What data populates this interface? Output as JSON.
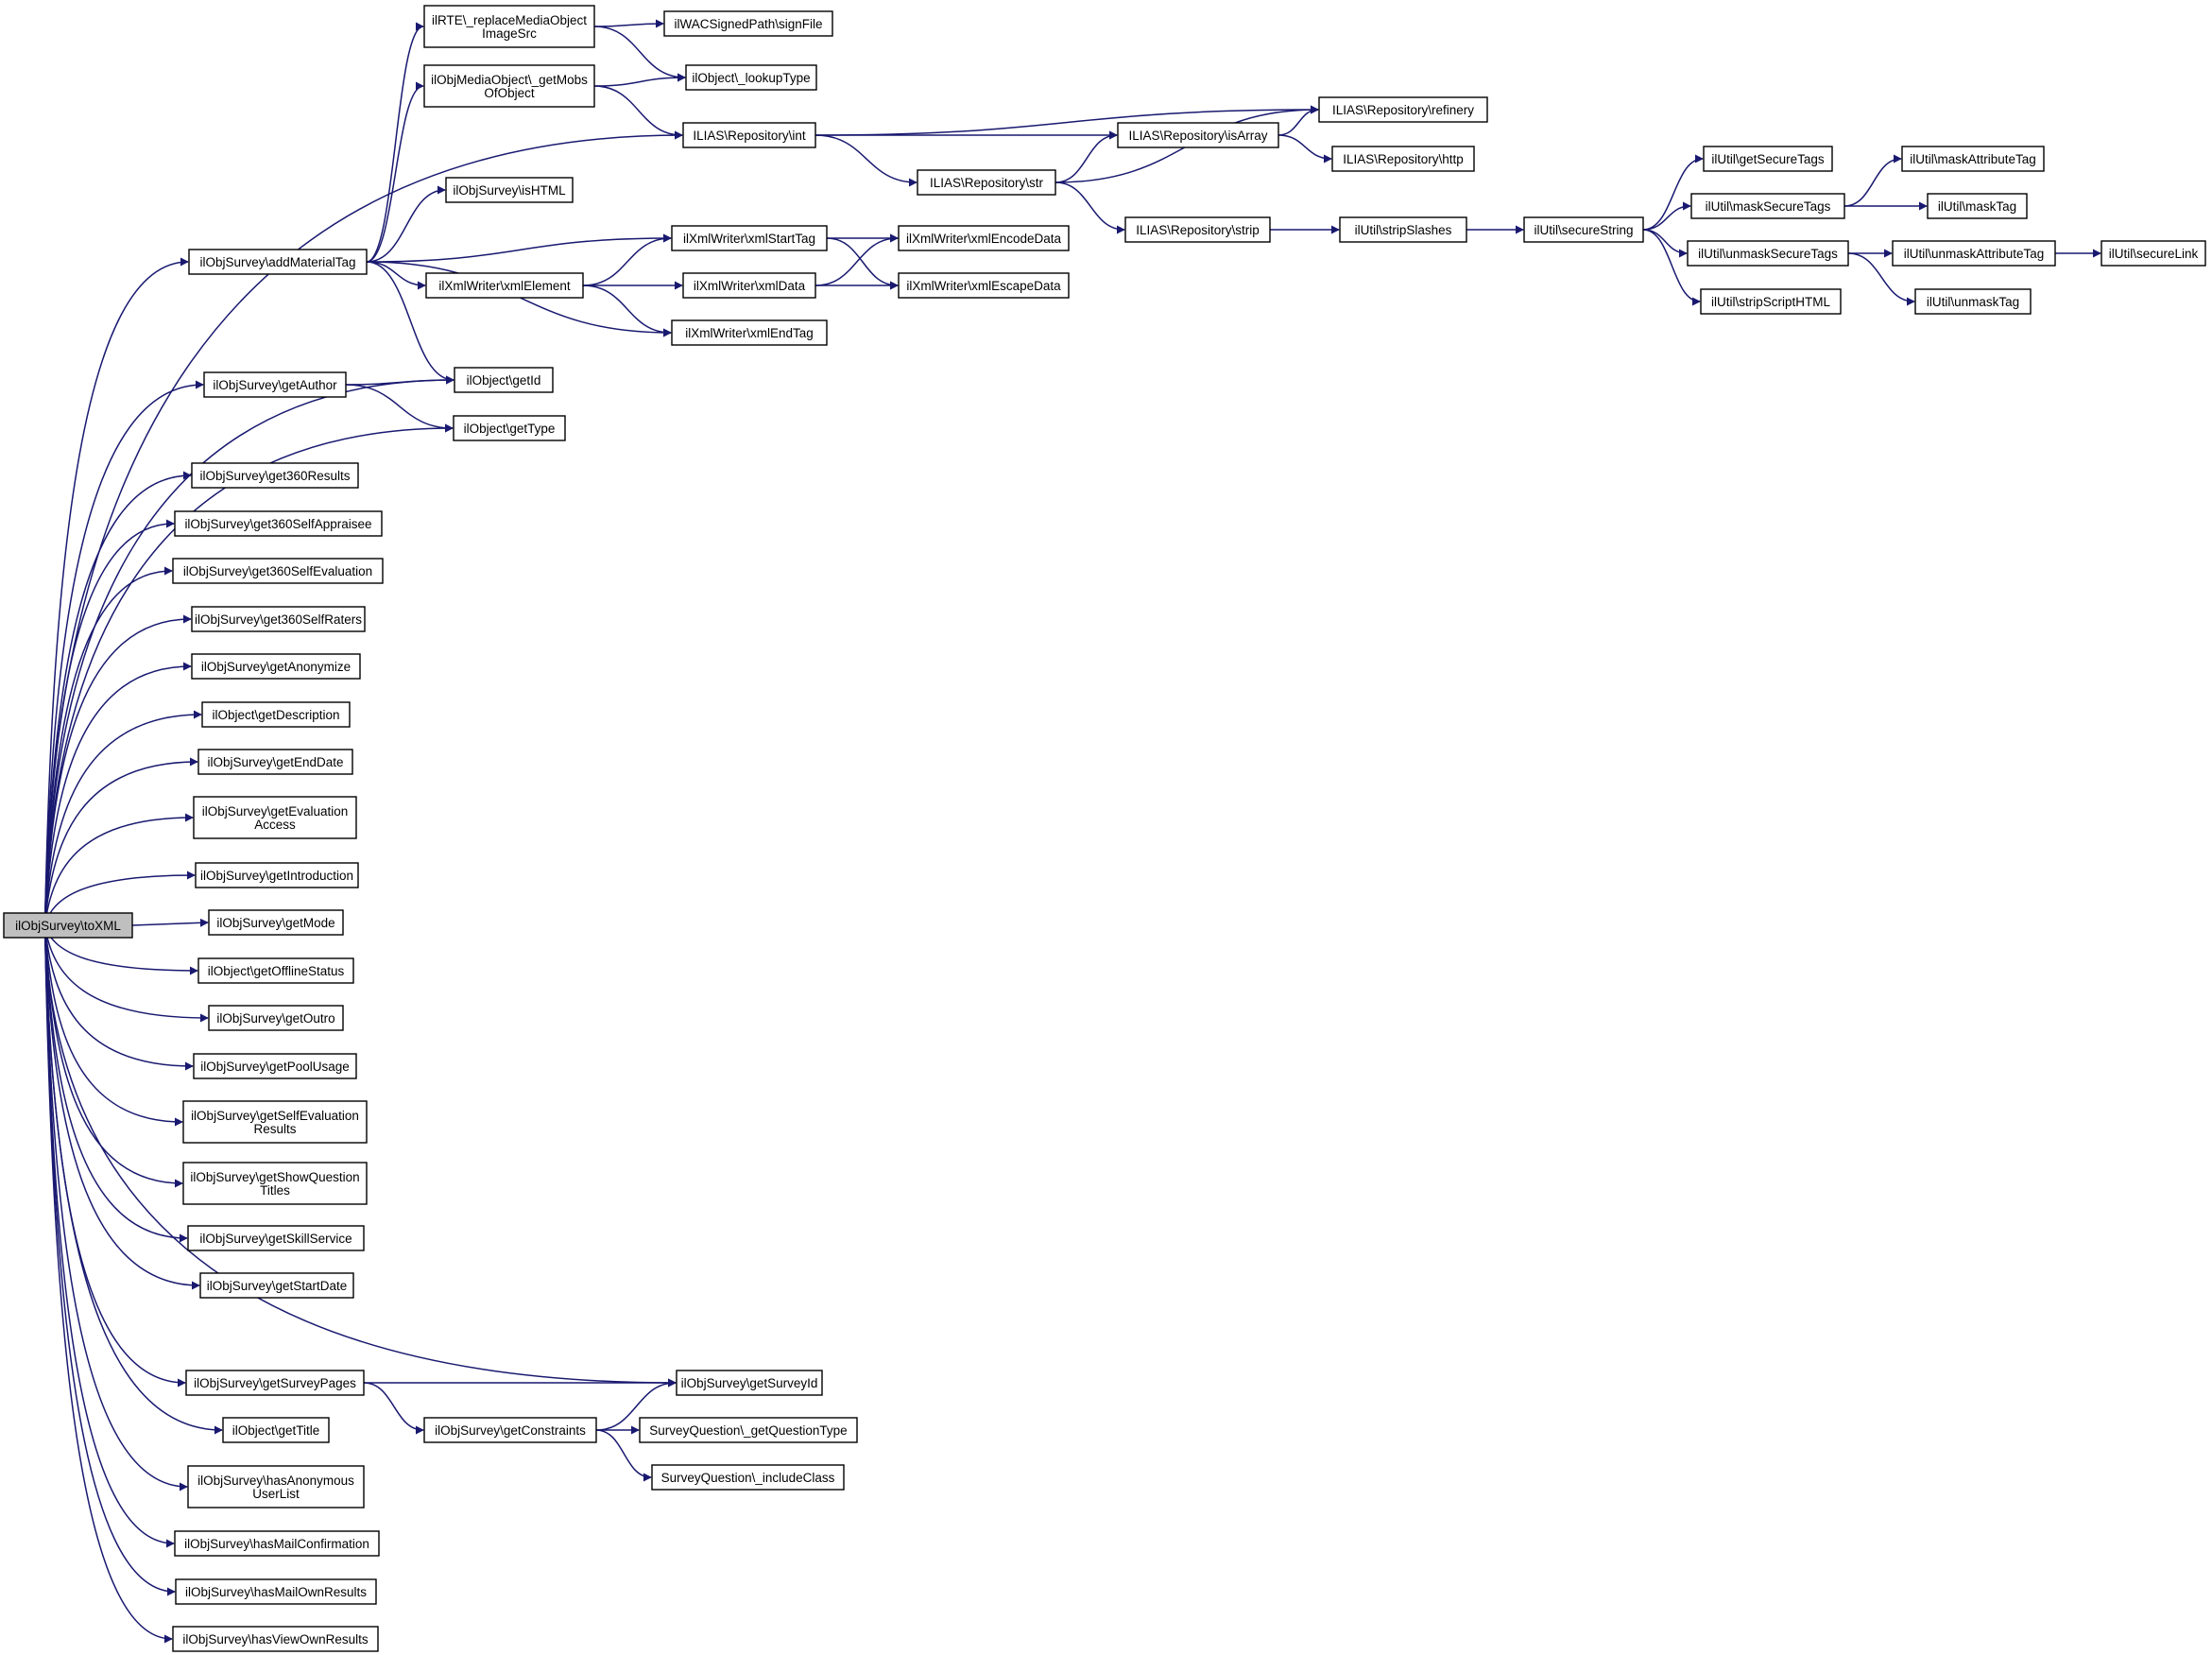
{
  "colors": {
    "edge": "#191970",
    "node_fill": "#ffffff",
    "root_fill": "#bfbfbf",
    "node_stroke": "#000000"
  },
  "nodes": [
    {
      "id": "toXML",
      "lines": [
        "ilObjSurvey\\toXML"
      ],
      "root": true
    },
    {
      "id": "replaceMedia",
      "lines": [
        "ilRTE\\_replaceMediaObject",
        "ImageSrc"
      ]
    },
    {
      "id": "signFile",
      "lines": [
        "ilWACSignedPath\\signFile"
      ]
    },
    {
      "id": "lookupType",
      "lines": [
        "ilObject\\_lookupType"
      ]
    },
    {
      "id": "getMobs",
      "lines": [
        "ilObjMediaObject\\_getMobs",
        "OfObject"
      ]
    },
    {
      "id": "repoInt",
      "lines": [
        "ILIAS\\Repository\\int"
      ]
    },
    {
      "id": "refinery",
      "lines": [
        "ILIAS\\Repository\\refinery"
      ]
    },
    {
      "id": "isArray",
      "lines": [
        "ILIAS\\Repository\\isArray"
      ]
    },
    {
      "id": "http",
      "lines": [
        "ILIAS\\Repository\\http"
      ]
    },
    {
      "id": "repoStr",
      "lines": [
        "ILIAS\\Repository\\str"
      ]
    },
    {
      "id": "repoStrip",
      "lines": [
        "ILIAS\\Repository\\strip"
      ]
    },
    {
      "id": "stripSlashes",
      "lines": [
        "ilUtil\\stripSlashes"
      ]
    },
    {
      "id": "secureString",
      "lines": [
        "ilUtil\\secureString"
      ]
    },
    {
      "id": "getSecureTags",
      "lines": [
        "ilUtil\\getSecureTags"
      ]
    },
    {
      "id": "maskSecureTags",
      "lines": [
        "ilUtil\\maskSecureTags"
      ]
    },
    {
      "id": "maskAttributeTag",
      "lines": [
        "ilUtil\\maskAttributeTag"
      ]
    },
    {
      "id": "maskTag",
      "lines": [
        "ilUtil\\maskTag"
      ]
    },
    {
      "id": "unmaskSecureTags",
      "lines": [
        "ilUtil\\unmaskSecureTags"
      ]
    },
    {
      "id": "unmaskAttributeTag",
      "lines": [
        "ilUtil\\unmaskAttributeTag"
      ]
    },
    {
      "id": "secureLink",
      "lines": [
        "ilUtil\\secureLink"
      ]
    },
    {
      "id": "unmaskTag",
      "lines": [
        "ilUtil\\unmaskTag"
      ]
    },
    {
      "id": "stripScriptHTML",
      "lines": [
        "ilUtil\\stripScriptHTML"
      ]
    },
    {
      "id": "isHTML",
      "lines": [
        "ilObjSurvey\\isHTML"
      ]
    },
    {
      "id": "addMaterialTag",
      "lines": [
        "ilObjSurvey\\addMaterialTag"
      ]
    },
    {
      "id": "xmlStartTag",
      "lines": [
        "ilXmlWriter\\xmlStartTag"
      ]
    },
    {
      "id": "xmlEncodeData",
      "lines": [
        "ilXmlWriter\\xmlEncodeData"
      ]
    },
    {
      "id": "xmlElement",
      "lines": [
        "ilXmlWriter\\xmlElement"
      ]
    },
    {
      "id": "xmlData",
      "lines": [
        "ilXmlWriter\\xmlData"
      ]
    },
    {
      "id": "xmlEscapeData",
      "lines": [
        "ilXmlWriter\\xmlEscapeData"
      ]
    },
    {
      "id": "xmlEndTag",
      "lines": [
        "ilXmlWriter\\xmlEndTag"
      ]
    },
    {
      "id": "getId",
      "lines": [
        "ilObject\\getId"
      ]
    },
    {
      "id": "getAuthor",
      "lines": [
        "ilObjSurvey\\getAuthor"
      ]
    },
    {
      "id": "getType",
      "lines": [
        "ilObject\\getType"
      ]
    },
    {
      "id": "get360Results",
      "lines": [
        "ilObjSurvey\\get360Results"
      ]
    },
    {
      "id": "get360SelfAppraisee",
      "lines": [
        "ilObjSurvey\\get360SelfAppraisee"
      ]
    },
    {
      "id": "get360SelfEvaluation",
      "lines": [
        "ilObjSurvey\\get360SelfEvaluation"
      ]
    },
    {
      "id": "get360SelfRaters",
      "lines": [
        "ilObjSurvey\\get360SelfRaters"
      ]
    },
    {
      "id": "getAnonymize",
      "lines": [
        "ilObjSurvey\\getAnonymize"
      ]
    },
    {
      "id": "getDescription",
      "lines": [
        "ilObject\\getDescription"
      ]
    },
    {
      "id": "getEndDate",
      "lines": [
        "ilObjSurvey\\getEndDate"
      ]
    },
    {
      "id": "getEvaluationAccess",
      "lines": [
        "ilObjSurvey\\getEvaluation",
        "Access"
      ]
    },
    {
      "id": "getIntroduction",
      "lines": [
        "ilObjSurvey\\getIntroduction"
      ]
    },
    {
      "id": "getMode",
      "lines": [
        "ilObjSurvey\\getMode"
      ]
    },
    {
      "id": "getOfflineStatus",
      "lines": [
        "ilObject\\getOfflineStatus"
      ]
    },
    {
      "id": "getOutro",
      "lines": [
        "ilObjSurvey\\getOutro"
      ]
    },
    {
      "id": "getPoolUsage",
      "lines": [
        "ilObjSurvey\\getPoolUsage"
      ]
    },
    {
      "id": "getSelfEvaluationResults",
      "lines": [
        "ilObjSurvey\\getSelfEvaluation",
        "Results"
      ]
    },
    {
      "id": "getShowQuestionTitles",
      "lines": [
        "ilObjSurvey\\getShowQuestion",
        "Titles"
      ]
    },
    {
      "id": "getSkillService",
      "lines": [
        "ilObjSurvey\\getSkillService"
      ]
    },
    {
      "id": "getStartDate",
      "lines": [
        "ilObjSurvey\\getStartDate"
      ]
    },
    {
      "id": "getSurveyId",
      "lines": [
        "ilObjSurvey\\getSurveyId"
      ]
    },
    {
      "id": "getSurveyPages",
      "lines": [
        "ilObjSurvey\\getSurveyPages"
      ]
    },
    {
      "id": "getConstraints",
      "lines": [
        "ilObjSurvey\\getConstraints"
      ]
    },
    {
      "id": "getQuestionType",
      "lines": [
        "SurveyQuestion\\_getQuestionType"
      ]
    },
    {
      "id": "includeClass",
      "lines": [
        "SurveyQuestion\\_includeClass"
      ]
    },
    {
      "id": "getTitle",
      "lines": [
        "ilObject\\getTitle"
      ]
    },
    {
      "id": "hasAnonymousUserList",
      "lines": [
        "ilObjSurvey\\hasAnonymous",
        "UserList"
      ]
    },
    {
      "id": "hasMailConfirmation",
      "lines": [
        "ilObjSurvey\\hasMailConfirmation"
      ]
    },
    {
      "id": "hasMailOwnResults",
      "lines": [
        "ilObjSurvey\\hasMailOwnResults"
      ]
    },
    {
      "id": "hasViewOwnResults",
      "lines": [
        "ilObjSurvey\\hasViewOwnResults"
      ]
    }
  ],
  "edges": [
    [
      "toXML",
      "repoInt"
    ],
    [
      "toXML",
      "addMaterialTag"
    ],
    [
      "toXML",
      "getId"
    ],
    [
      "toXML",
      "getAuthor"
    ],
    [
      "toXML",
      "getType"
    ],
    [
      "toXML",
      "get360Results"
    ],
    [
      "toXML",
      "get360SelfAppraisee"
    ],
    [
      "toXML",
      "get360SelfEvaluation"
    ],
    [
      "toXML",
      "get360SelfRaters"
    ],
    [
      "toXML",
      "getAnonymize"
    ],
    [
      "toXML",
      "getDescription"
    ],
    [
      "toXML",
      "getEndDate"
    ],
    [
      "toXML",
      "getEvaluationAccess"
    ],
    [
      "toXML",
      "getIntroduction"
    ],
    [
      "toXML",
      "getMode"
    ],
    [
      "toXML",
      "getOfflineStatus"
    ],
    [
      "toXML",
      "getOutro"
    ],
    [
      "toXML",
      "getPoolUsage"
    ],
    [
      "toXML",
      "getSelfEvaluationResults"
    ],
    [
      "toXML",
      "getShowQuestionTitles"
    ],
    [
      "toXML",
      "getSkillService"
    ],
    [
      "toXML",
      "getStartDate"
    ],
    [
      "toXML",
      "getSurveyId"
    ],
    [
      "toXML",
      "getSurveyPages"
    ],
    [
      "toXML",
      "getTitle"
    ],
    [
      "toXML",
      "hasAnonymousUserList"
    ],
    [
      "toXML",
      "hasMailConfirmation"
    ],
    [
      "toXML",
      "hasMailOwnResults"
    ],
    [
      "toXML",
      "hasViewOwnResults"
    ],
    [
      "addMaterialTag",
      "replaceMedia"
    ],
    [
      "addMaterialTag",
      "getMobs"
    ],
    [
      "addMaterialTag",
      "isHTML"
    ],
    [
      "addMaterialTag",
      "xmlStartTag"
    ],
    [
      "addMaterialTag",
      "xmlElement"
    ],
    [
      "addMaterialTag",
      "xmlEndTag"
    ],
    [
      "addMaterialTag",
      "getId"
    ],
    [
      "replaceMedia",
      "signFile"
    ],
    [
      "replaceMedia",
      "lookupType"
    ],
    [
      "getMobs",
      "lookupType"
    ],
    [
      "getMobs",
      "repoInt"
    ],
    [
      "repoInt",
      "refinery"
    ],
    [
      "repoInt",
      "isArray"
    ],
    [
      "repoInt",
      "repoStr"
    ],
    [
      "isArray",
      "refinery"
    ],
    [
      "isArray",
      "http"
    ],
    [
      "repoStr",
      "isArray"
    ],
    [
      "repoStr",
      "refinery"
    ],
    [
      "repoStr",
      "repoStrip"
    ],
    [
      "repoStrip",
      "stripSlashes"
    ],
    [
      "stripSlashes",
      "secureString"
    ],
    [
      "secureString",
      "getSecureTags"
    ],
    [
      "secureString",
      "maskSecureTags"
    ],
    [
      "secureString",
      "unmaskSecureTags"
    ],
    [
      "secureString",
      "stripScriptHTML"
    ],
    [
      "maskSecureTags",
      "maskAttributeTag"
    ],
    [
      "maskSecureTags",
      "maskTag"
    ],
    [
      "unmaskSecureTags",
      "unmaskAttributeTag"
    ],
    [
      "unmaskSecureTags",
      "unmaskTag"
    ],
    [
      "unmaskAttributeTag",
      "secureLink"
    ],
    [
      "xmlStartTag",
      "xmlEncodeData"
    ],
    [
      "xmlStartTag",
      "xmlEscapeData"
    ],
    [
      "xmlElement",
      "xmlStartTag"
    ],
    [
      "xmlElement",
      "xmlData"
    ],
    [
      "xmlElement",
      "xmlEndTag"
    ],
    [
      "xmlData",
      "xmlEncodeData"
    ],
    [
      "xmlData",
      "xmlEscapeData"
    ],
    [
      "getAuthor",
      "getId"
    ],
    [
      "getAuthor",
      "getType"
    ],
    [
      "getSurveyPages",
      "getSurveyId"
    ],
    [
      "getSurveyPages",
      "getConstraints"
    ],
    [
      "getConstraints",
      "getSurveyId"
    ],
    [
      "getConstraints",
      "getQuestionType"
    ],
    [
      "getConstraints",
      "includeClass"
    ]
  ]
}
